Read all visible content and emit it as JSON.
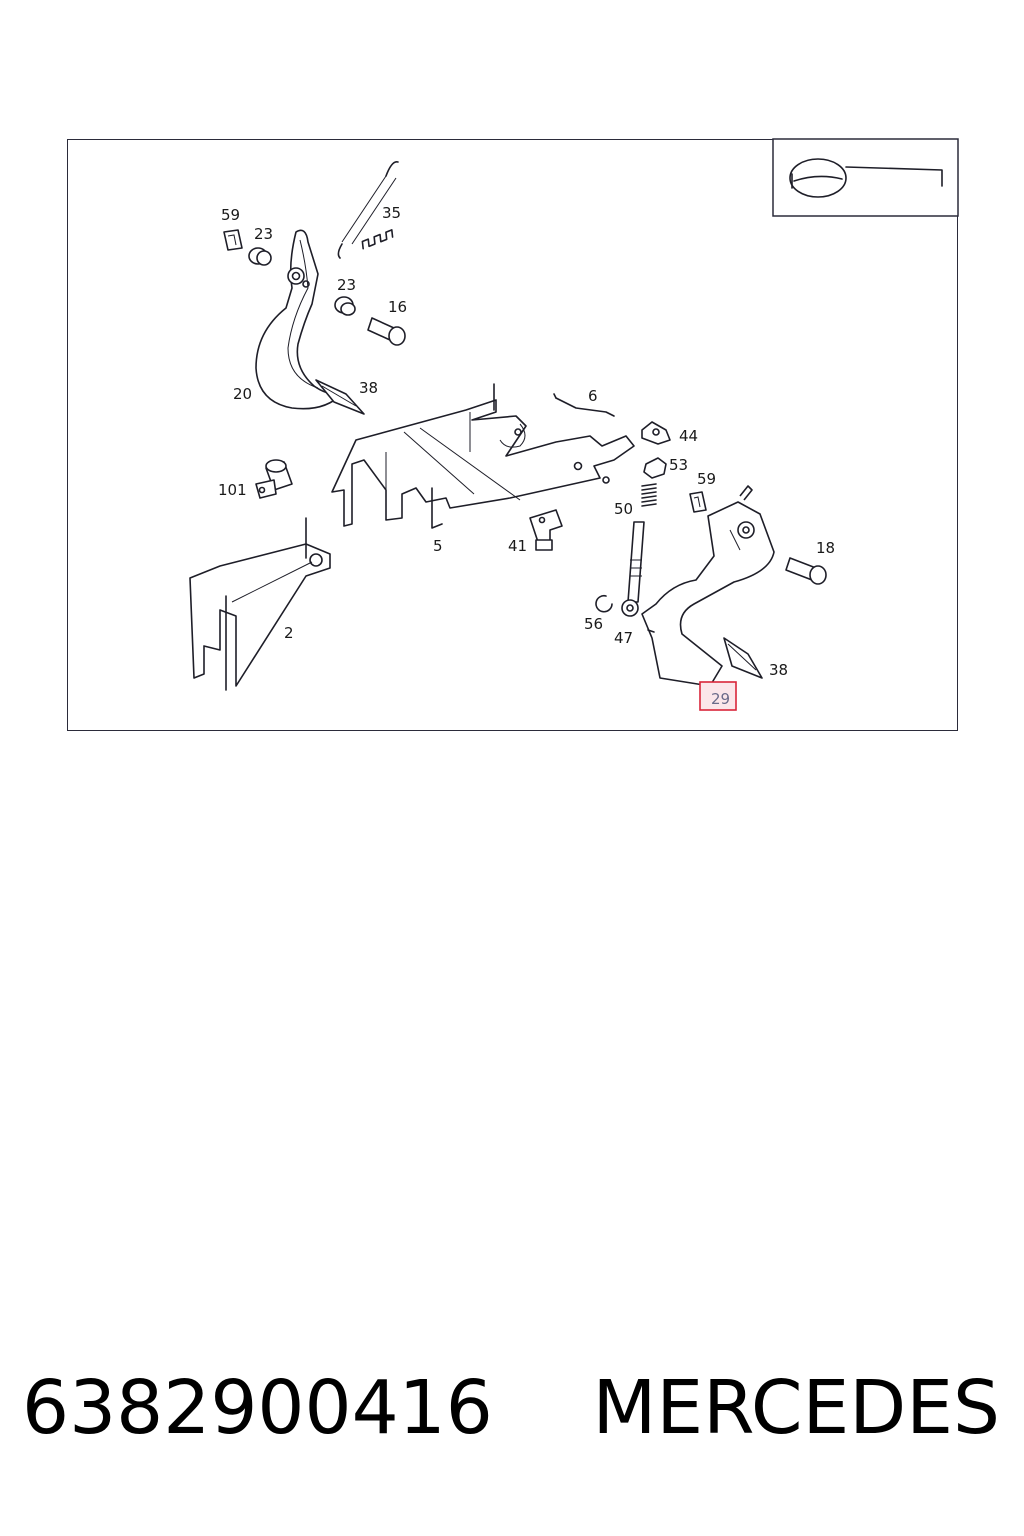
{
  "diagram": {
    "labels": {
      "l59a": "59",
      "l23a": "23",
      "l35": "35",
      "l23b": "23",
      "l16": "16",
      "l20": "20",
      "l38a": "38",
      "l6": "6",
      "l44": "44",
      "l53": "53",
      "l101": "101",
      "l59b": "59",
      "l50": "50",
      "l5": "5",
      "l41": "41",
      "l18": "18",
      "l56": "56",
      "l47": "47",
      "l2": "2",
      "l38b": "38",
      "l29": "29"
    },
    "highlighted_label": "29",
    "highlight_color": "#d9253a",
    "icons": [
      "steering-wheel-icon"
    ]
  },
  "footer": {
    "part_number": "6382900416",
    "brand": "MERCEDES"
  }
}
